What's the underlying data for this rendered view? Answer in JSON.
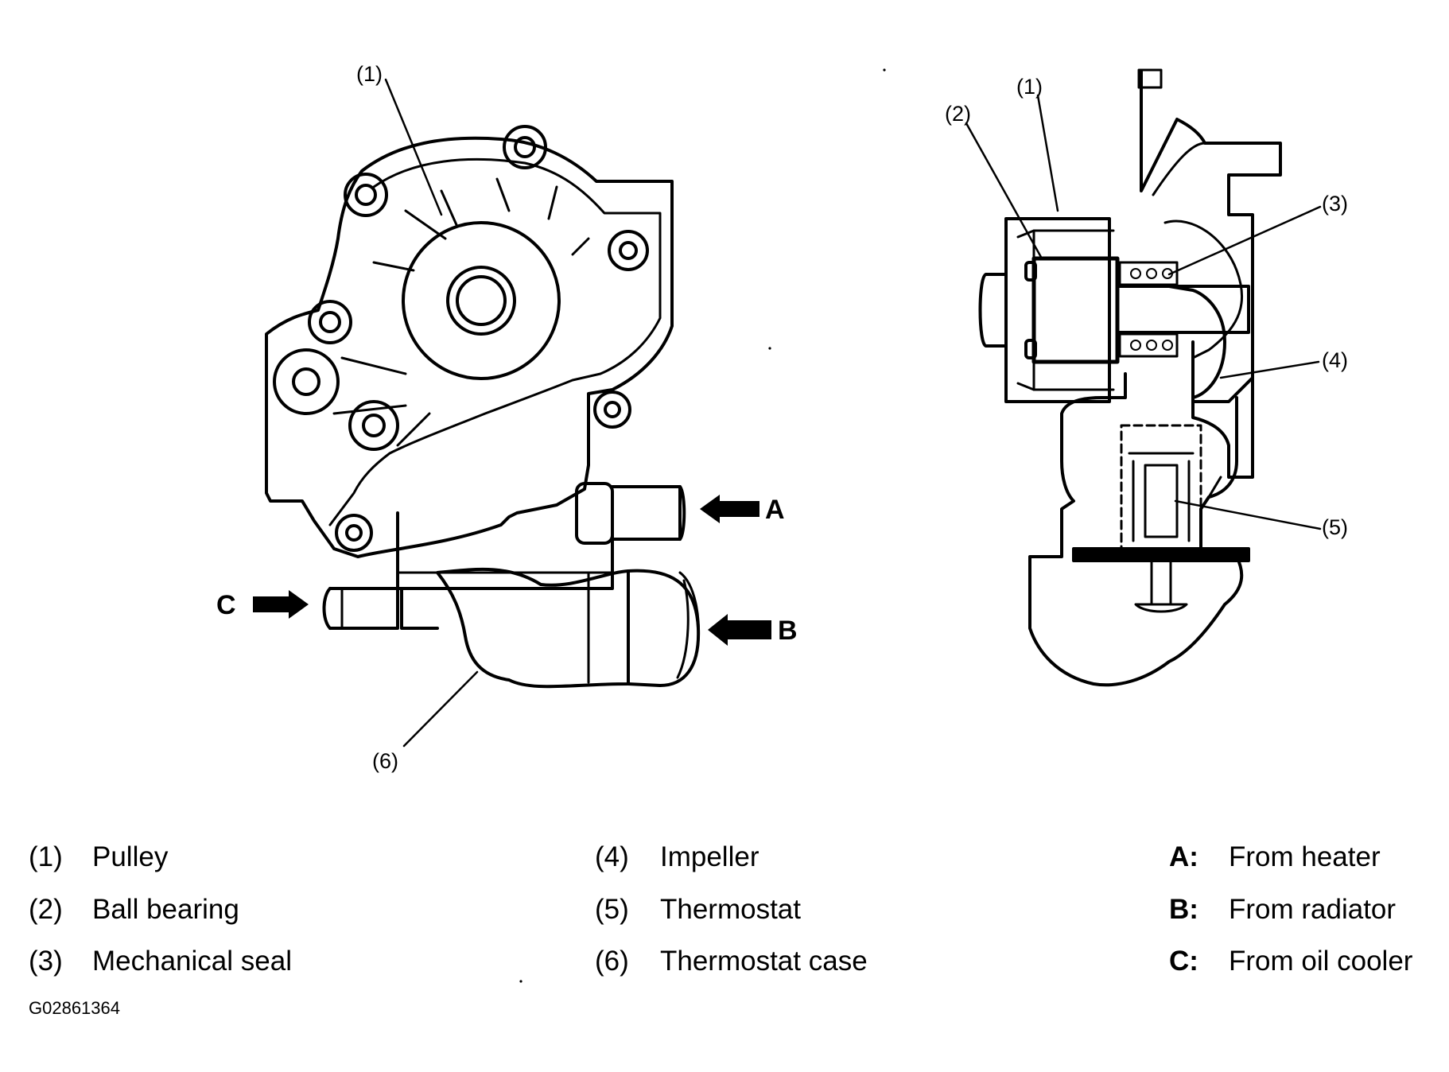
{
  "figure": {
    "figure_id": "G02861364",
    "callouts_left": [
      {
        "label": "(1)"
      },
      {
        "label": "(6)"
      }
    ],
    "callouts_right": [
      {
        "label": "(1)"
      },
      {
        "label": "(2)"
      },
      {
        "label": "(3)"
      },
      {
        "label": "(4)"
      },
      {
        "label": "(5)"
      }
    ],
    "flow_arrows": [
      {
        "letter": "A"
      },
      {
        "letter": "B"
      },
      {
        "letter": "C"
      }
    ]
  },
  "legend": {
    "columns": [
      [
        {
          "key": "(1)",
          "text": "Pulley"
        },
        {
          "key": "(2)",
          "text": "Ball bearing"
        },
        {
          "key": "(3)",
          "text": "Mechanical seal"
        }
      ],
      [
        {
          "key": "(4)",
          "text": "Impeller"
        },
        {
          "key": "(5)",
          "text": "Thermostat"
        },
        {
          "key": "(6)",
          "text": "Thermostat case"
        }
      ],
      [
        {
          "key": "A:",
          "text": "From heater"
        },
        {
          "key": "B:",
          "text": "From radiator"
        },
        {
          "key": "C:",
          "text": "From oil cooler"
        }
      ]
    ]
  },
  "colors": {
    "ink": "#000000",
    "paper": "#ffffff"
  }
}
